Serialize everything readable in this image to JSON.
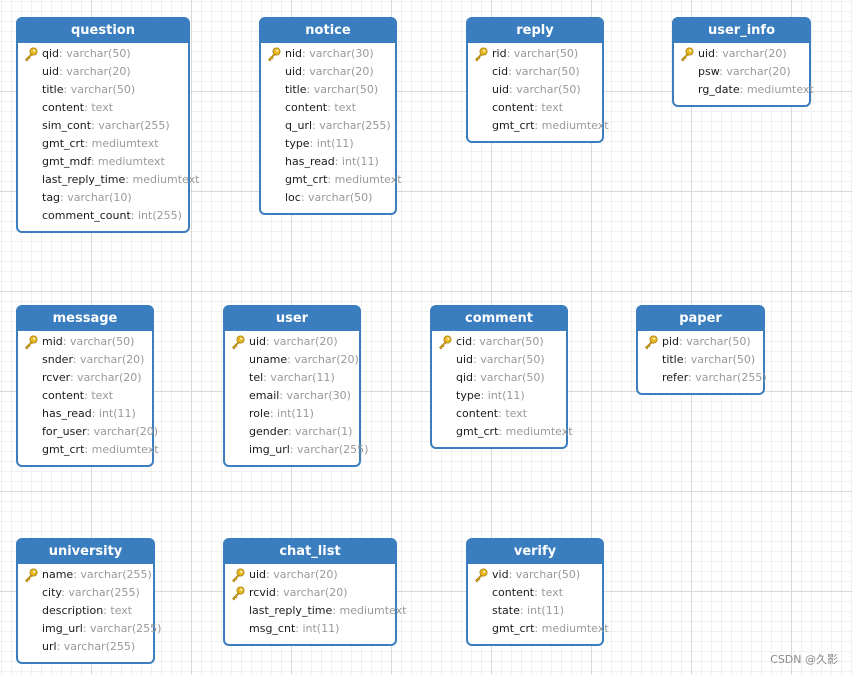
{
  "tables": [
    {
      "name": "question",
      "fields": [
        {
          "name": "qid",
          "type": "varchar(50)",
          "pk": true
        },
        {
          "name": "uid",
          "type": "varchar(20)"
        },
        {
          "name": "title",
          "type": "varchar(50)"
        },
        {
          "name": "content",
          "type": "text"
        },
        {
          "name": "sim_cont",
          "type": "varchar(255)"
        },
        {
          "name": "gmt_crt",
          "type": "mediumtext"
        },
        {
          "name": "gmt_mdf",
          "type": "mediumtext"
        },
        {
          "name": "last_reply_time",
          "type": "mediumtext"
        },
        {
          "name": "tag",
          "type": "varchar(10)"
        },
        {
          "name": "comment_count",
          "type": "int(255)"
        }
      ]
    },
    {
      "name": "notice",
      "fields": [
        {
          "name": "nid",
          "type": "varchar(30)",
          "pk": true
        },
        {
          "name": "uid",
          "type": "varchar(20)"
        },
        {
          "name": "title",
          "type": "varchar(50)"
        },
        {
          "name": "content",
          "type": "text"
        },
        {
          "name": "q_url",
          "type": "varchar(255)"
        },
        {
          "name": "type",
          "type": "int(11)"
        },
        {
          "name": "has_read",
          "type": "int(11)"
        },
        {
          "name": "gmt_crt",
          "type": "mediumtext"
        },
        {
          "name": "loc",
          "type": "varchar(50)"
        }
      ]
    },
    {
      "name": "reply",
      "fields": [
        {
          "name": "rid",
          "type": "varchar(50)",
          "pk": true
        },
        {
          "name": "cid",
          "type": "varchar(50)"
        },
        {
          "name": "uid",
          "type": "varchar(50)"
        },
        {
          "name": "content",
          "type": "text"
        },
        {
          "name": "gmt_crt",
          "type": "mediumtext"
        }
      ]
    },
    {
      "name": "user_info",
      "fields": [
        {
          "name": "uid",
          "type": "varchar(20)",
          "pk": true
        },
        {
          "name": "psw",
          "type": "varchar(20)"
        },
        {
          "name": "rg_date",
          "type": "mediumtext"
        }
      ]
    },
    {
      "name": "message",
      "fields": [
        {
          "name": "mid",
          "type": "varchar(50)",
          "pk": true
        },
        {
          "name": "snder",
          "type": "varchar(20)"
        },
        {
          "name": "rcver",
          "type": "varchar(20)"
        },
        {
          "name": "content",
          "type": "text"
        },
        {
          "name": "has_read",
          "type": "int(11)"
        },
        {
          "name": "for_user",
          "type": "varchar(20)"
        },
        {
          "name": "gmt_crt",
          "type": "mediumtext"
        }
      ]
    },
    {
      "name": "user",
      "fields": [
        {
          "name": "uid",
          "type": "varchar(20)",
          "pk": true
        },
        {
          "name": "uname",
          "type": "varchar(20)"
        },
        {
          "name": "tel",
          "type": "varchar(11)"
        },
        {
          "name": "email",
          "type": "varchar(30)"
        },
        {
          "name": "role",
          "type": "int(11)"
        },
        {
          "name": "gender",
          "type": "varchar(1)"
        },
        {
          "name": "img_url",
          "type": "varchar(255)"
        }
      ]
    },
    {
      "name": "comment",
      "fields": [
        {
          "name": "cid",
          "type": "varchar(50)",
          "pk": true
        },
        {
          "name": "uid",
          "type": "varchar(50)"
        },
        {
          "name": "qid",
          "type": "varchar(50)"
        },
        {
          "name": "type",
          "type": "int(11)"
        },
        {
          "name": "content",
          "type": "text"
        },
        {
          "name": "gmt_crt",
          "type": "mediumtext"
        }
      ]
    },
    {
      "name": "paper",
      "fields": [
        {
          "name": "pid",
          "type": "varchar(50)",
          "pk": true
        },
        {
          "name": "title",
          "type": "varchar(50)"
        },
        {
          "name": "refer",
          "type": "varchar(255)"
        }
      ]
    },
    {
      "name": "university",
      "fields": [
        {
          "name": "name",
          "type": "varchar(255)",
          "pk": true
        },
        {
          "name": "city",
          "type": "varchar(255)"
        },
        {
          "name": "description",
          "type": "text"
        },
        {
          "name": "img_url",
          "type": "varchar(255)"
        },
        {
          "name": "url",
          "type": "varchar(255)"
        }
      ]
    },
    {
      "name": "chat_list",
      "fields": [
        {
          "name": "uid",
          "type": "varchar(20)",
          "pk": true
        },
        {
          "name": "rcvid",
          "type": "varchar(20)",
          "pk": true
        },
        {
          "name": "last_reply_time",
          "type": "mediumtext"
        },
        {
          "name": "msg_cnt",
          "type": "int(11)"
        }
      ]
    },
    {
      "name": "verify",
      "fields": [
        {
          "name": "vid",
          "type": "varchar(50)",
          "pk": true
        },
        {
          "name": "content",
          "type": "text"
        },
        {
          "name": "state",
          "type": "int(11)"
        },
        {
          "name": "gmt_crt",
          "type": "mediumtext"
        }
      ]
    }
  ],
  "watermark": "CSDN @久影",
  "colors": {
    "header": "#3a7ebf",
    "key": "#e8b923",
    "type_text": "#999999"
  }
}
